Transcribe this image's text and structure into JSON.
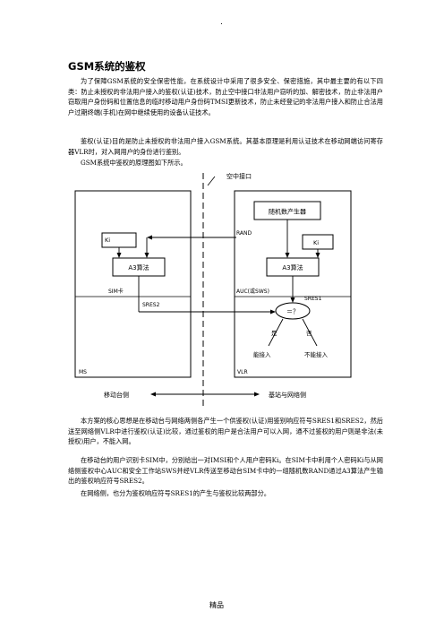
{
  "header_mark": ".",
  "title": "GSM系统的鉴权",
  "paragraphs": {
    "p1": "为了保障GSM系统的安全保密性能，在系统设计中采用了很多安全、保密措施，其中最主要的有以下四类：防止未授权的非法用户接入的鉴权(认证)技术，防止空中接口非法用户窃听的加、解密技术，防止非法用户窃取用户身份码和位置信息的临时移动用户身份码TMSI更新技术，防止未经登记的非法用户接入和防止合法用户过期终端(手机)在网中继续使用的设备认证技术。",
    "p2": "鉴权(认证)目的是防止未授权的非法用户接入GSM系统。其基本原理是利用认证技术在移动网端访问寄存器VLR时，对入网用户的身份进行鉴别。",
    "p3": "GSM系统中鉴权的原理图如下所示。",
    "p4": "本方案的核心思想是在移动台与网络两侧各产生一个供鉴权(认证)用鉴别响应符号SRES1和SRES2，然后送至网络侧VLR中进行鉴权(认证)比较，通过鉴权的用户是合法用户可以入网，通不过鉴权的用户则是非法(未授权)用户，不能入网。",
    "p5": "在移动台的用户识别卡SIM中，分别给出一对IMSI和个人用户密码Ki。在SIM卡中利用个人密码Ki与从网络侧鉴权中心AUC和安全工作站SWS并经VLR传送至移动台SIM卡中的一组随机数RAND通过A3算法产生输出的鉴权响应符号SRES2。",
    "p6": "在网络侧，也分为鉴权响应符号SRES1的产生与鉴权比较两部分。"
  },
  "diagram": {
    "air_interface": "空中接口",
    "rng": "随机数产生器",
    "rand": "RAND",
    "ki_left": "Ki",
    "ki_right": "Ki",
    "a3_left": "A3算法",
    "a3_right": "A3算法",
    "sim": "SIM卡",
    "auc": "AUC(或SWS)",
    "sres2": "SRES2",
    "sres1": "SRES1",
    "compare": "＝？",
    "yes": "是",
    "no": "否",
    "access": "能接入",
    "no_access": "不能接入",
    "ms": "MS",
    "vlr": "VLR",
    "mobile_side": "移动台侧",
    "network_side": "基站与网络侧"
  },
  "footer": "精品"
}
